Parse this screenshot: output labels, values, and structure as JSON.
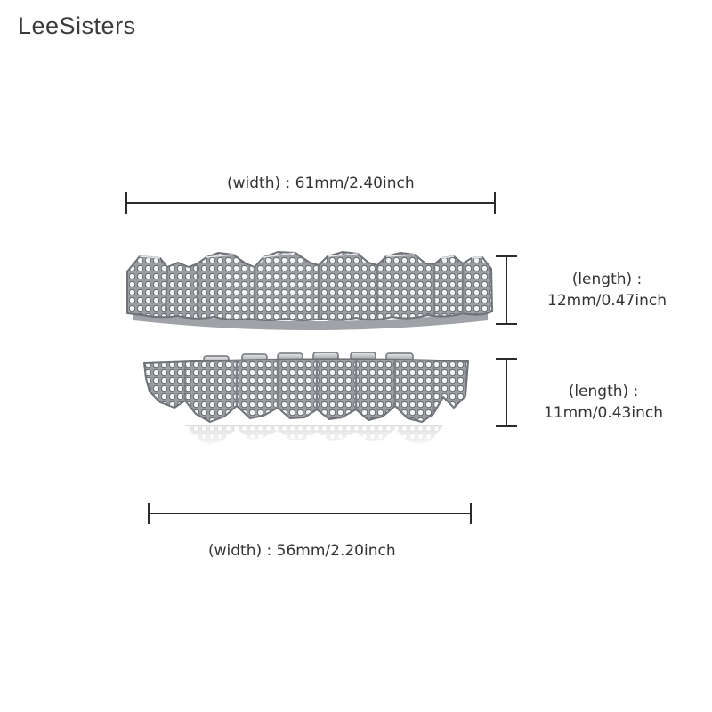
{
  "brand": {
    "name": "LeeSisters"
  },
  "dimensions": {
    "upper_width": "(width) : 61mm/2.40inch",
    "upper_length_line1": "(length) :",
    "upper_length_line2": "12mm/0.47inch",
    "lower_length_line1": "(length) :",
    "lower_length_line2": "11mm/0.43inch",
    "lower_width": "(width) : 56mm/2.20inch"
  },
  "colors": {
    "dimension_line": "#2b2b2b",
    "metal": "#c9cbce",
    "metal_dark": "#8c8f94",
    "stone": "#f4f5f7",
    "text": "#333333"
  }
}
